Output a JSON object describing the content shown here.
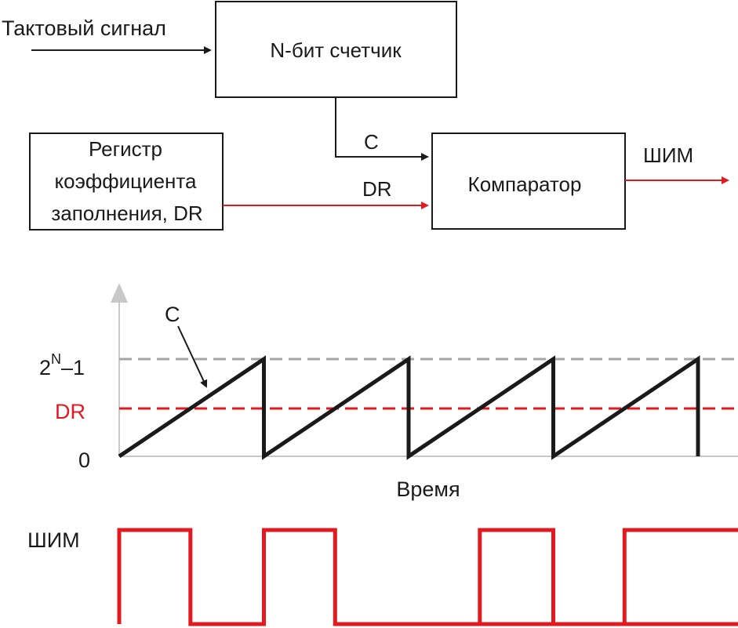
{
  "block_diagram": {
    "clock_label": "Тактовый сигнал",
    "counter_label": "N-бит счетчик",
    "register_lines": [
      "Регистр",
      "коэффициента",
      "заполнения, DR"
    ],
    "comparator_label": "Компаратор",
    "signal_c_label": "C",
    "signal_dr_label": "DR",
    "output_label": "ШИМ"
  },
  "timing": {
    "c_callout": "C",
    "y_top_base": "2",
    "y_top_sup": "N",
    "y_top_tail": "–1",
    "y_dr": "DR",
    "y_zero": "0",
    "x_label": "Время",
    "pwm_label": "ШИМ",
    "cycles": 4
  },
  "colors": {
    "line": "#1a1a1a",
    "red": "#e3191f",
    "grey": "#a6a6a6",
    "axis": "#c8c8c8"
  }
}
